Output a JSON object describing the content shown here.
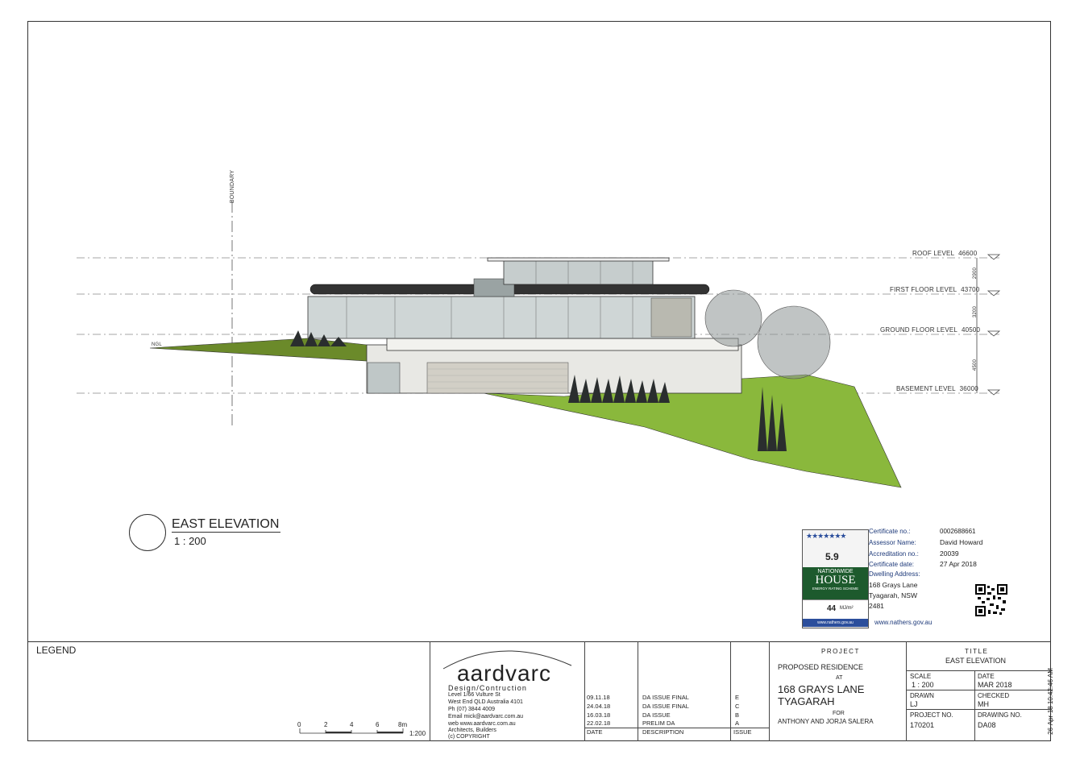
{
  "sheet": {
    "side_stamp": "26-Apr-18 10:42:46 AM"
  },
  "elevation": {
    "boundary_label": "BOUNDARY",
    "ngl_label": "NGL",
    "levels": [
      {
        "name": "ROOF LEVEL",
        "value": "46600"
      },
      {
        "name": "FIRST FLOOR LEVEL",
        "value": "43700"
      },
      {
        "name": "GROUND FLOOR LEVEL",
        "value": "40500"
      },
      {
        "name": "BASEMENT LEVEL",
        "value": "36000"
      }
    ],
    "dims": [
      "2900",
      "3200",
      "4500"
    ]
  },
  "view": {
    "title": "EAST ELEVATION",
    "scale": "1 : 200"
  },
  "certificate": {
    "labels": {
      "cert_no": "Certificate no.:",
      "assessor": "Assessor Name:",
      "accreditation": "Accreditation no.:",
      "date": "Certificate date:",
      "address": "Dwelling Address:"
    },
    "cert_no": "0002688661",
    "assessor": "David Howard",
    "accreditation": "20039",
    "date": "27 Apr 2018",
    "address_lines": [
      "168 Grays Lane",
      "Tyagarah, NSW",
      "2481"
    ],
    "website": "www.nathers.gov.au",
    "badge": {
      "rating": "5.9",
      "line1": "NATIONWIDE",
      "line2": "HOUSE",
      "line3": "ENERGY RATING SCHEME",
      "energy": "44",
      "energy_unit": "MJ/m²",
      "site": "www.nathers.gov.au"
    }
  },
  "titleblock": {
    "legend": "LEGEND",
    "scalebar": {
      "ticks": [
        "0",
        "2",
        "4",
        "6",
        "8m"
      ],
      "ratio": "1:200"
    },
    "firm": {
      "logo": "aardvarc",
      "tagline": "Design/Contruction",
      "lines": [
        "Level 1/66 Vulture St",
        "West End QLD Australia 4101",
        "Ph (07) 3844 4009",
        "Email mick@aardvarc.com.au",
        "web www.aardvarc.com.au",
        "Architects, Builders",
        "(c) COPYRIGHT"
      ]
    },
    "revisions": {
      "header": {
        "date": "DATE",
        "desc": "DESCRIPTION",
        "issue": "ISSUE"
      },
      "rows": [
        {
          "date": "09.11.18",
          "desc": "DA ISSUE FINAL",
          "issue": "E"
        },
        {
          "date": "24.04.18",
          "desc": "DA ISSUE FINAL",
          "issue": "C"
        },
        {
          "date": "16.03.18",
          "desc": "DA ISSUE",
          "issue": "B"
        },
        {
          "date": "22.02.18",
          "desc": "PRELIM DA",
          "issue": "A"
        }
      ]
    },
    "project": {
      "heading": "PROJECT",
      "line1": "PROPOSED RESIDENCE",
      "at": "AT",
      "address1": "168 GRAYS LANE",
      "address2": "TYAGARAH",
      "for": "FOR",
      "client": "ANTHONY AND JORJA SALERA"
    },
    "title": {
      "heading": "TITLE",
      "value": "EAST ELEVATION",
      "scale_label": "SCALE",
      "scale": "1 : 200",
      "date_label": "DATE",
      "date": "MAR 2018",
      "drawn_label": "DRAWN",
      "drawn": "LJ",
      "checked_label": "CHECKED",
      "checked": "MH",
      "project_no_label": "PROJECT NO.",
      "project_no": "170201",
      "drawing_no_label": "DRAWING NO.",
      "drawing_no": "DA08"
    }
  }
}
